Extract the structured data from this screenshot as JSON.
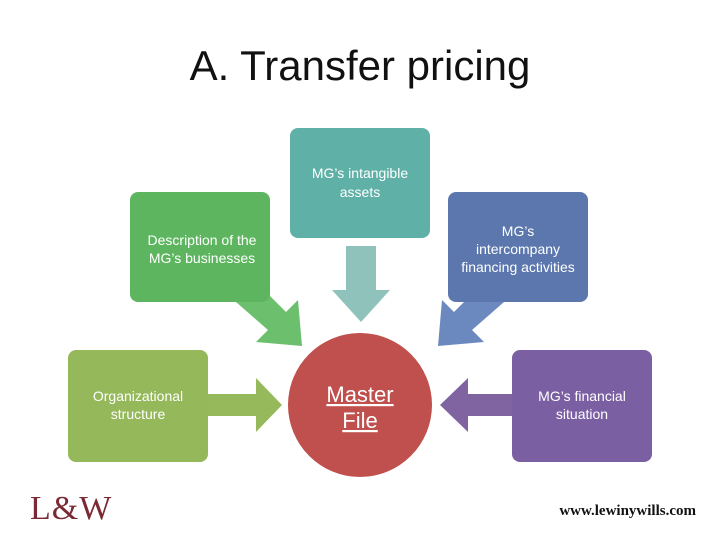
{
  "slide": {
    "title": "A. Transfer pricing"
  },
  "diagram": {
    "center": {
      "label_line1": "Master",
      "label_line2": "File",
      "color": "#c0504d"
    },
    "boxes": [
      {
        "id": "intangible",
        "lines": [
          "MG’s intangible",
          "assets"
        ],
        "color": "#5fb0a6"
      },
      {
        "id": "businesses",
        "lines": [
          "Description of the",
          "MG’s businesses"
        ],
        "color": "#5db65f"
      },
      {
        "id": "financing",
        "lines": [
          "MG’s",
          "intercompany",
          "financing activities"
        ],
        "color": "#5b77ad"
      },
      {
        "id": "org",
        "lines": [
          "Organizational",
          "structure"
        ],
        "color": "#94b85a"
      },
      {
        "id": "financial",
        "lines": [
          "MG’s financial",
          "situation"
        ],
        "color": "#7b5fa3"
      }
    ],
    "arrow_colors": {
      "intangible": "#8fc2bb",
      "businesses": "#6cbf6c",
      "financing": "#6b89be",
      "org": "#96b95b",
      "financial": "#8064a2"
    }
  },
  "footer": {
    "logo": "L&W",
    "website": "www.lewinywills.com",
    "logo_color": "#7a2a35"
  }
}
